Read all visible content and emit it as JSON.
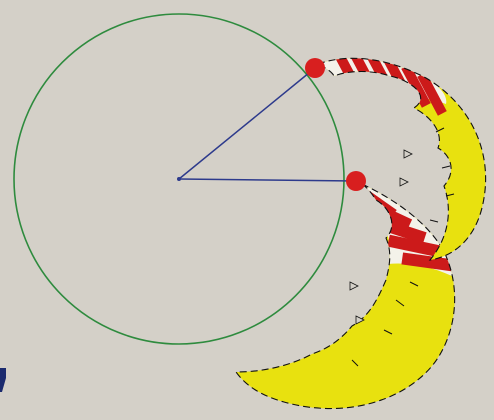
{
  "colors": {
    "background": "#d4d0c8",
    "circle": "#2e8b3e",
    "radius": "#2d3a8c",
    "handle": "#d81f1f",
    "stripe_red": "#cc1a1a",
    "stripe_white": "#f4f2ea",
    "crescent": "#e8e10f",
    "outline": "#111111"
  },
  "shapes": {
    "circle": "construction-circle",
    "arms": [
      "radius-arm-upper",
      "radius-arm-lower"
    ],
    "handles": [
      "drag-handle-upper",
      "drag-handle-lower"
    ],
    "crescents": [
      "crescent-upper",
      "crescent-lower"
    ]
  }
}
